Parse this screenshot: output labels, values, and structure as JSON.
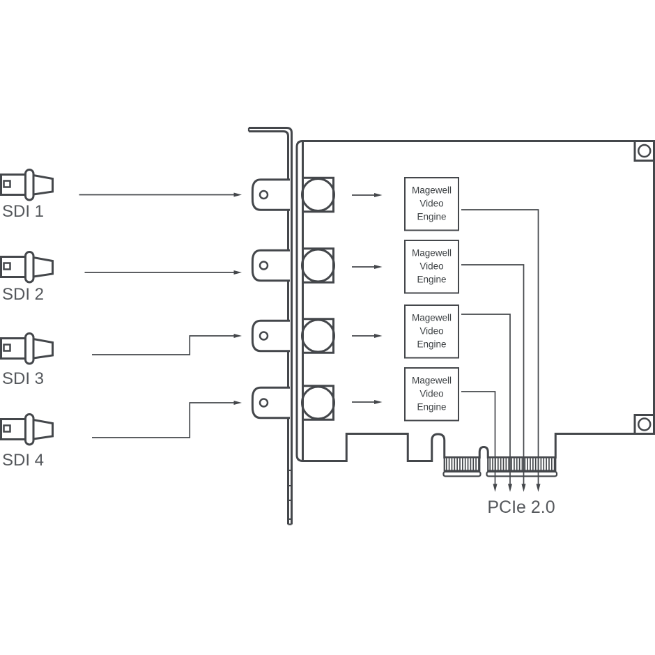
{
  "colors": {
    "line": "#44474b",
    "label": "#55585c",
    "engine_text": "#3c4043",
    "background": "#ffffff"
  },
  "inputs": [
    {
      "label": "SDI 1"
    },
    {
      "label": "SDI 2"
    },
    {
      "label": "SDI 3"
    },
    {
      "label": "SDI 4"
    }
  ],
  "card": {
    "engines": [
      {
        "line1": "Magewell",
        "line2": "Video",
        "line3": "Engine"
      },
      {
        "line1": "Magewell",
        "line2": "Video",
        "line3": "Engine"
      },
      {
        "line1": "Magewell",
        "line2": "Video",
        "line3": "Engine"
      },
      {
        "line1": "Magewell",
        "line2": "Video",
        "line3": "Engine"
      }
    ],
    "bus_label": "PCIe 2.0"
  },
  "icons": {
    "sdi_plug": "bnc-plug-icon",
    "bnc_port": "bnc-port-icon",
    "screw_hole": "screw-hole-icon",
    "gold_fingers": "pcie-gold-fingers-icon"
  }
}
